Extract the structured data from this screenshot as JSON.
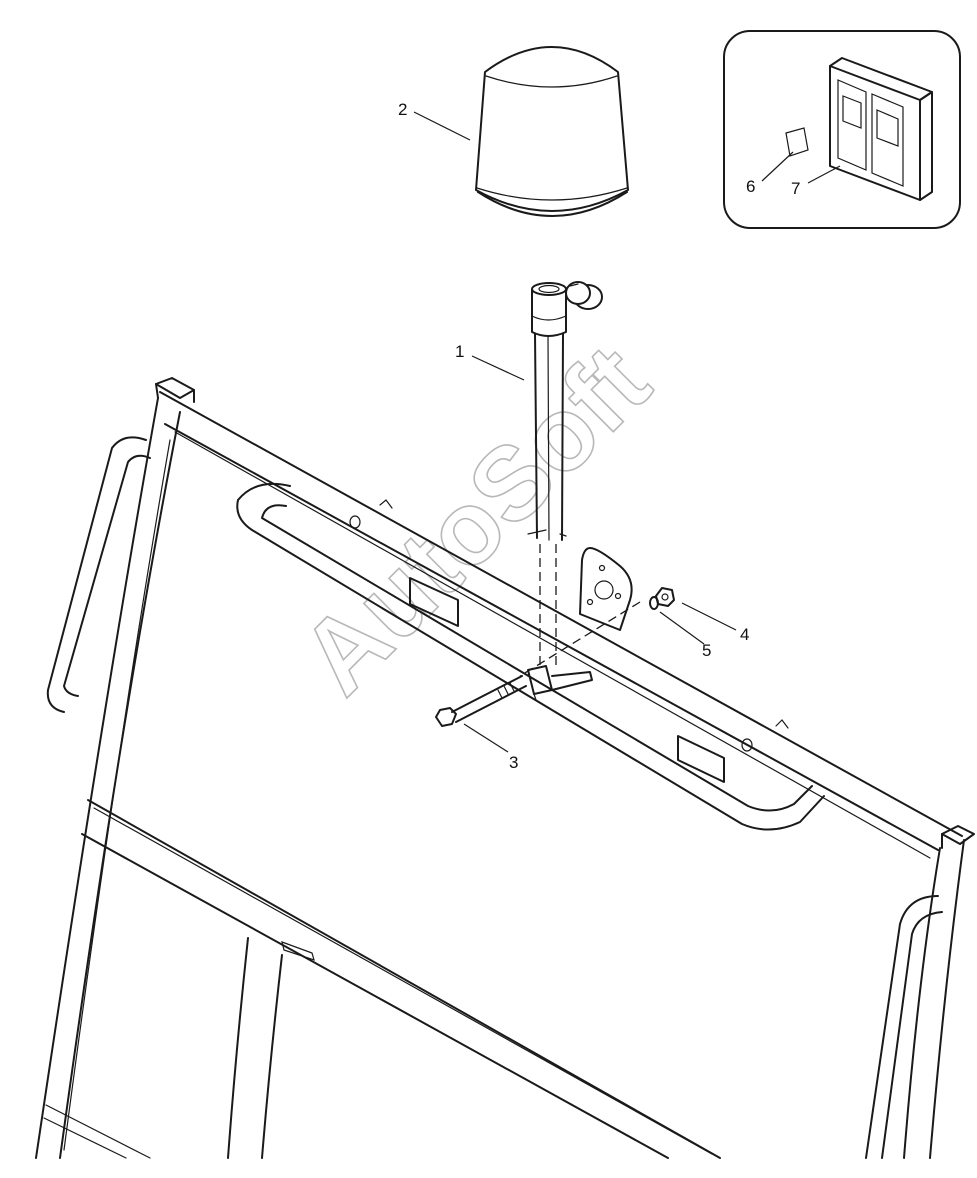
{
  "callouts": {
    "c1": "1",
    "c2": "2",
    "c3": "3",
    "c4": "4",
    "c5": "5",
    "c6": "6",
    "c7": "7"
  },
  "watermark": "AutoSoft",
  "colors": {
    "line": "#1a1a1a",
    "background": "#ffffff",
    "watermark": "#b8b8b8"
  }
}
